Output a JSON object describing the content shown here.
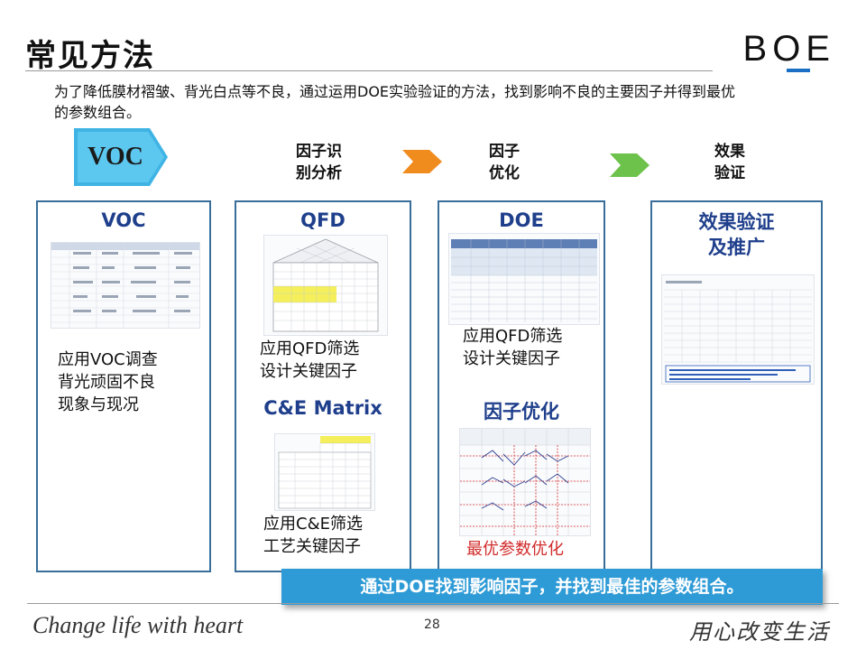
{
  "header": {
    "title": "常见方法",
    "logo": "BOE"
  },
  "intro": "为了降低膜材褶皱、背光白点等不良，通过运用DOE实验验证的方法，找到影响不良的主要因子并得到最优的参数组合。",
  "flow": {
    "voc_label": "VOC",
    "step1_line1": "因子识",
    "step1_line2": "别分析",
    "step2_line1": "因子",
    "step2_line2": "优化",
    "step3_line1": "效果",
    "step3_line2": "验证",
    "arrow_color_1": "#f08c1e",
    "arrow_color_2": "#6cc24a"
  },
  "panels": {
    "voc": {
      "heading": "VOC",
      "text_lines": [
        "应用VOC调查",
        "背光顽固不良",
        "现象与现况"
      ]
    },
    "qfd": {
      "heading": "QFD",
      "text_lines": [
        "应用QFD筛选",
        "设计关键因子"
      ],
      "heading2": "C&E Matrix",
      "text2_lines": [
        "应用C&E筛选",
        "工艺关键因子"
      ]
    },
    "doe": {
      "heading": "DOE",
      "text_lines": [
        "应用QFD筛选",
        "设计关键因子"
      ],
      "heading2": "因子优化",
      "text2": "最优参数优化"
    },
    "verify": {
      "heading_line1": "效果验证",
      "heading_line2": "及推广"
    }
  },
  "banner": "通过DOE找到影响因子，并找到最佳的参数组合。",
  "footer": {
    "slogan": "Change life with heart",
    "page": "28",
    "cn_slogan": "用心改变生活"
  }
}
